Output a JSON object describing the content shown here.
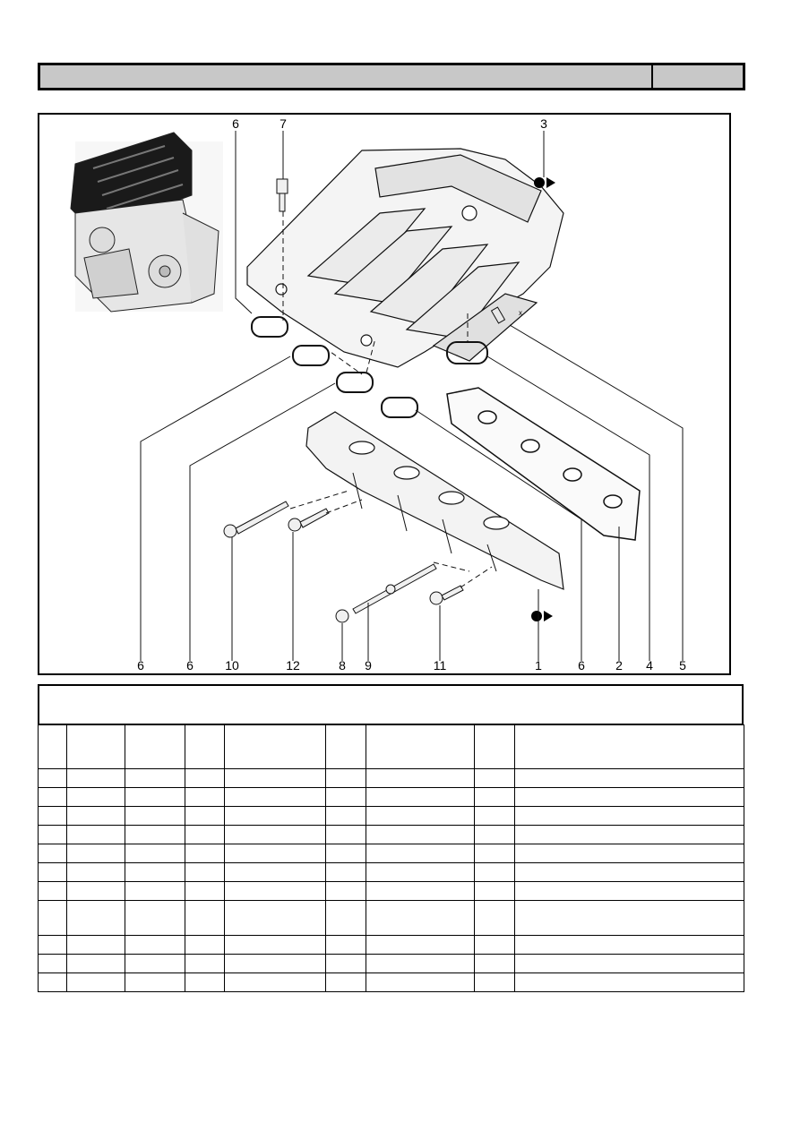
{
  "header": {
    "title": "",
    "page_ref": ""
  },
  "figure": {
    "callouts_top": [
      "6",
      "7",
      "3"
    ],
    "callouts_bottom": [
      "6",
      "6",
      "10",
      "12",
      "8",
      "9",
      "11",
      "1",
      "6",
      "2",
      "4",
      "5"
    ],
    "callout_x": "x"
  },
  "section": {
    "title": ""
  },
  "parts_table": {
    "columns": 9,
    "rows": [
      {
        "type": "header"
      },
      {
        "type": "row"
      },
      {
        "type": "row"
      },
      {
        "type": "row"
      },
      {
        "type": "row"
      },
      {
        "type": "row"
      },
      {
        "type": "row"
      },
      {
        "type": "row"
      },
      {
        "type": "tall"
      },
      {
        "type": "row"
      },
      {
        "type": "row"
      },
      {
        "type": "row"
      }
    ]
  }
}
